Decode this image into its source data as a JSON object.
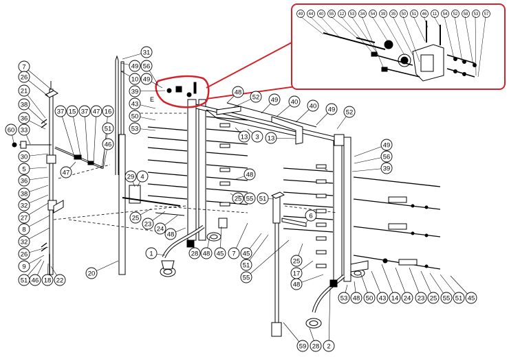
{
  "inset_labels": [
    "49",
    "44",
    "40",
    "55",
    "12",
    "53",
    "34",
    "54",
    "39",
    "35",
    "50",
    "51",
    "46",
    "11",
    "54",
    "52",
    "58",
    "53",
    "57"
  ],
  "labels": {
    "c_7a": "7",
    "c_26a": "26",
    "c_21": "21",
    "c_38a": "38",
    "c_36a": "36",
    "c_33": "33",
    "c_60": "60",
    "c_30": "30",
    "c_5": "5",
    "c_36b": "36",
    "c_38b": "38",
    "c_32a": "32",
    "c_27": "27",
    "c_8": "8",
    "c_32b": "32",
    "c_26b": "26",
    "c_9": "9",
    "c_51a": "51",
    "c_46a": "46",
    "c_18": "18",
    "c_22": "22",
    "c_37a": "37",
    "c_15": "15",
    "c_37b": "37",
    "c_47a": "47",
    "c_16": "16",
    "c_51b": "51",
    "c_46b": "46",
    "c_47b": "47",
    "c_31": "31",
    "c_49a": "49",
    "c_56a": "56",
    "c_10": "10",
    "c_49b": "49",
    "c_39a": "39",
    "c_43a": "43",
    "c_50a": "50",
    "c_53a": "53",
    "c_29": "29",
    "c_4": "4",
    "c_25a": "25",
    "c_23a": "23",
    "c_24a": "24",
    "c_48a": "48",
    "c_1": "1",
    "c_28a": "28",
    "c_48b": "48",
    "c_45a": "45",
    "c_20": "20",
    "c_48c": "48",
    "c_52a": "52",
    "c_49c": "49",
    "c_40a": "40",
    "c_40b": "40",
    "c_49d": "49",
    "c_52b": "52",
    "c_13a": "13",
    "c_3": "3",
    "c_13b": "13",
    "c_48d": "48",
    "c_25b": "25",
    "c_55a": "55",
    "c_51c": "51",
    "c_7b": "7",
    "c_45b": "45",
    "c_51d": "51",
    "c_55b": "55",
    "c_6": "6",
    "c_25c": "25",
    "c_17": "17",
    "c_48e": "48",
    "c_49e": "49",
    "c_56b": "56",
    "c_39b": "39",
    "c_53b": "53",
    "c_48f": "48",
    "c_50b": "50",
    "c_43b": "43",
    "c_14": "14",
    "c_24b": "24",
    "c_23b": "23",
    "c_25d": "25",
    "c_55c": "55",
    "c_51e": "51",
    "c_45c": "45",
    "c_59": "59",
    "c_28b": "28",
    "c_2": "2",
    "letter_e": "E"
  },
  "colors": {
    "line": "#000000",
    "highlight": "#d2232a"
  }
}
